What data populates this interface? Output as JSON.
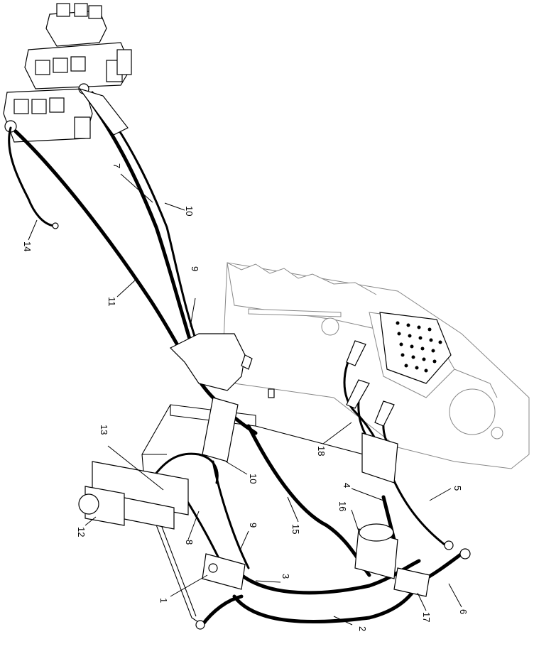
{
  "callouts": [
    {
      "id": "1",
      "text": "1"
    },
    {
      "id": "2",
      "text": "2"
    },
    {
      "id": "3",
      "text": "3"
    },
    {
      "id": "4",
      "text": "4"
    },
    {
      "id": "5",
      "text": "5"
    },
    {
      "id": "6",
      "text": "6"
    },
    {
      "id": "7",
      "text": "7"
    },
    {
      "id": "8",
      "text": "8"
    },
    {
      "id": "9a",
      "text": "9"
    },
    {
      "id": "9b",
      "text": "9"
    },
    {
      "id": "10a",
      "text": "10"
    },
    {
      "id": "10b",
      "text": "10"
    },
    {
      "id": "11",
      "text": "11"
    },
    {
      "id": "12",
      "text": "12"
    },
    {
      "id": "13",
      "text": "13"
    },
    {
      "id": "14",
      "text": "14"
    },
    {
      "id": "15",
      "text": "15"
    },
    {
      "id": "16",
      "text": "16"
    },
    {
      "id": "17",
      "text": "17"
    },
    {
      "id": "18",
      "text": "18"
    }
  ]
}
